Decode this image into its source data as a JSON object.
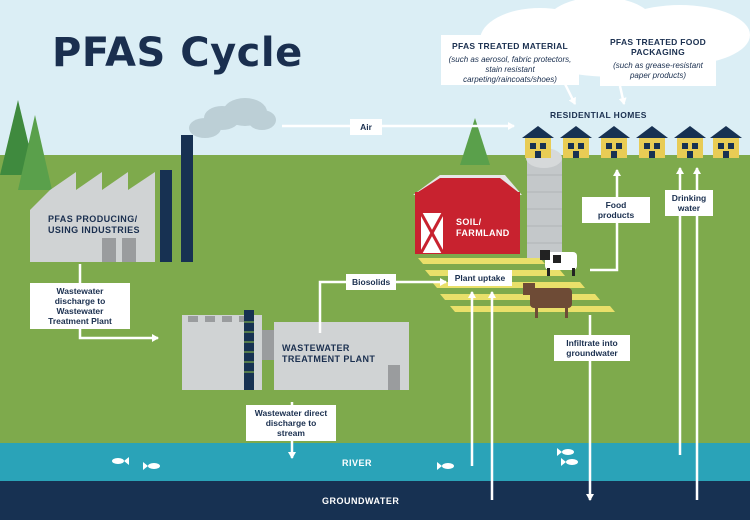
{
  "title": "PFAS Cycle",
  "info_boxes": {
    "treated_material": {
      "heading": "PFAS TREATED MATERIAL",
      "subtext": "(such as aerosol, fabric protectors, stain resistant carpeting/raincoats/shoes)"
    },
    "food_packaging": {
      "heading": "PFAS TREATED FOOD PACKAGING",
      "subtext": "(such as grease-resistant paper products)"
    }
  },
  "places": {
    "residential_homes": "RESIDENTIAL HOMES",
    "industries": "PFAS PRODUCING/ USING INDUSTRIES",
    "barn": "SOIL/ FARMLAND",
    "wwtp": "WASTEWATER TREATMENT PLANT",
    "river": "RIVER",
    "groundwater": "GROUNDWATER"
  },
  "flows": {
    "air": "Air",
    "wastewater_discharge": "Wastewater discharge to Wastewater Treatment Plant",
    "biosolids": "Biosolids",
    "plant_uptake": "Plant uptake",
    "food_products": "Food products",
    "drinking_water": "Drinking water",
    "infiltrate": "Infiltrate into groundwater",
    "direct_discharge": "Wastewater direct discharge to stream"
  },
  "colors": {
    "sky": "#dbeef5",
    "grass": "#7eaa4c",
    "river": "#2aa3b8",
    "groundwater": "#173152",
    "navy": "#1a2f4f",
    "barn_red": "#c8222f",
    "crops": "#e9e06a",
    "house": "#e8cc55",
    "building_gray": "#d0d3d4"
  }
}
